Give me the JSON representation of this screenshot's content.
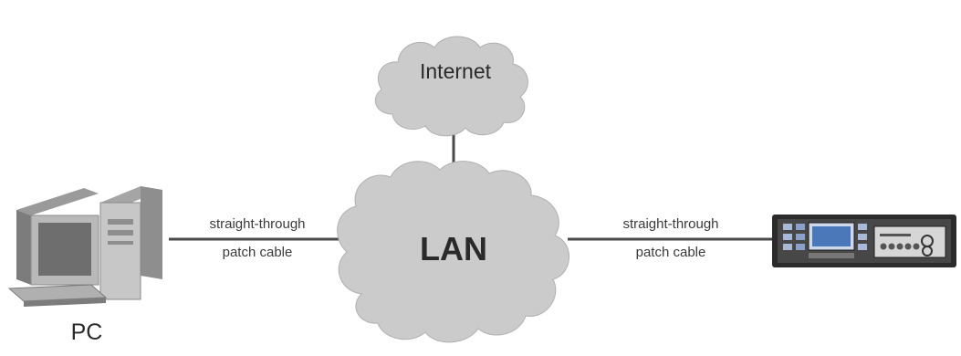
{
  "nodes": {
    "internet": {
      "label": "Internet"
    },
    "lan": {
      "label": "LAN"
    },
    "pc": {
      "label": "PC"
    }
  },
  "links": {
    "left": {
      "line1": "straight-through",
      "line2": "patch cable"
    },
    "right": {
      "line1": "straight-through",
      "line2": "patch cable"
    }
  },
  "colors": {
    "cloud_fill": "#cbcbcb",
    "cloud_shade": "#b3b3b3",
    "line": "#4a4a4a",
    "device_dark": "#2b2b2b",
    "device_screen": "#4a78b8"
  }
}
